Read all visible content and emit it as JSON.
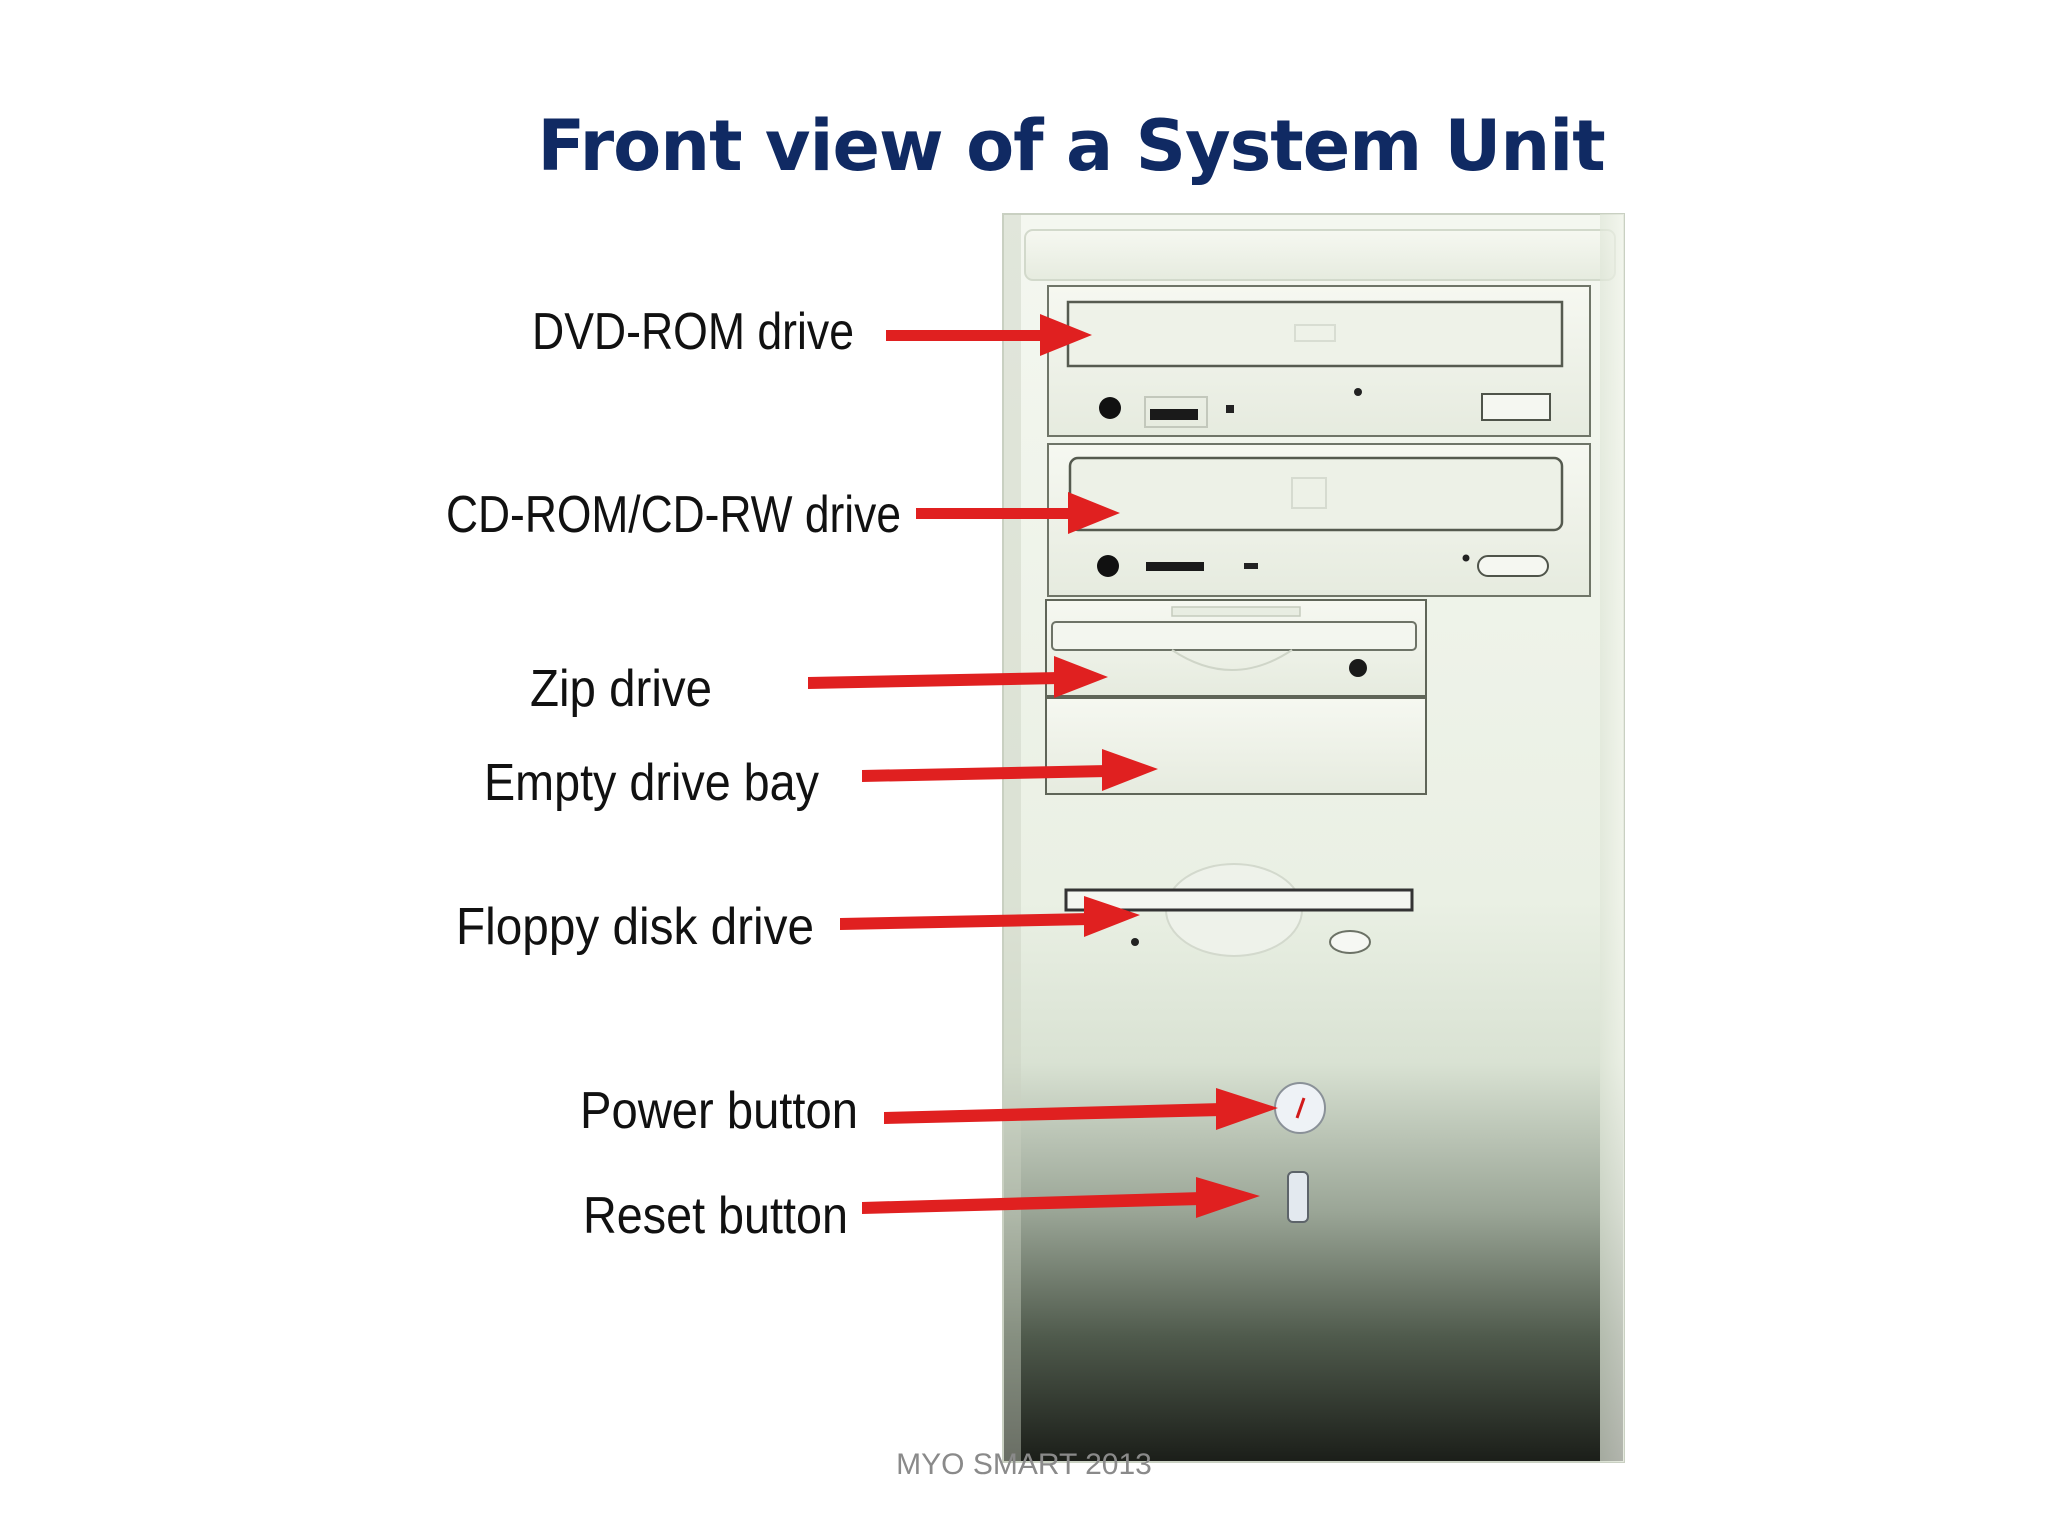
{
  "slide": {
    "title": "Front view of a System Unit",
    "footer": "MYO SMART 2013"
  },
  "diagram": {
    "subject": "system-unit-tower",
    "colors": {
      "title": "#102a63",
      "arrow": "#e02020",
      "case_top": "#f3f6ee",
      "case_bottom": "#1a1c18",
      "label": "#111111"
    },
    "callouts": [
      {
        "id": "dvd-rom-drive",
        "label": "DVD-ROM drive"
      },
      {
        "id": "cd-rom-cd-rw-drive",
        "label": "CD-ROM/CD-RW drive"
      },
      {
        "id": "zip-drive",
        "label": "Zip drive"
      },
      {
        "id": "empty-drive-bay",
        "label": "Empty drive bay"
      },
      {
        "id": "floppy-disk-drive",
        "label": "Floppy disk drive"
      },
      {
        "id": "power-button",
        "label": "Power button"
      },
      {
        "id": "reset-button",
        "label": "Reset button"
      }
    ]
  }
}
